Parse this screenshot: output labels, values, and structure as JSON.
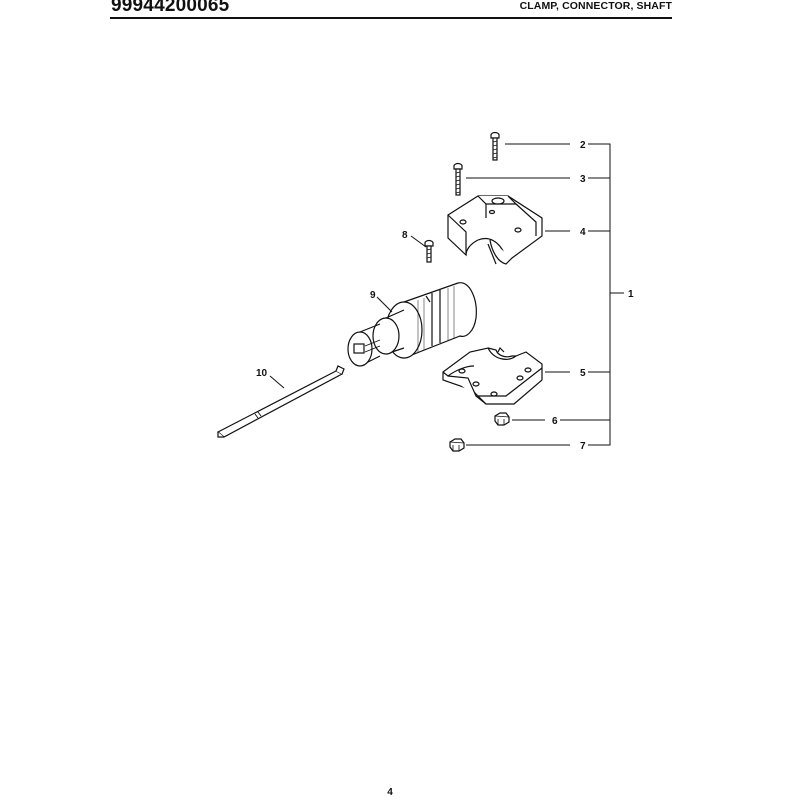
{
  "header": {
    "part_number": "99944200065",
    "title": "CLAMP, CONNECTOR, SHAFT"
  },
  "callouts": [
    {
      "id": "1",
      "label": "1"
    },
    {
      "id": "2",
      "label": "2"
    },
    {
      "id": "3",
      "label": "3"
    },
    {
      "id": "4",
      "label": "4"
    },
    {
      "id": "5",
      "label": "5"
    },
    {
      "id": "6",
      "label": "6"
    },
    {
      "id": "7",
      "label": "7"
    },
    {
      "id": "8",
      "label": "8"
    },
    {
      "id": "9",
      "label": "9"
    },
    {
      "id": "10",
      "label": "10"
    }
  ],
  "footer": {
    "page_number": "4"
  }
}
